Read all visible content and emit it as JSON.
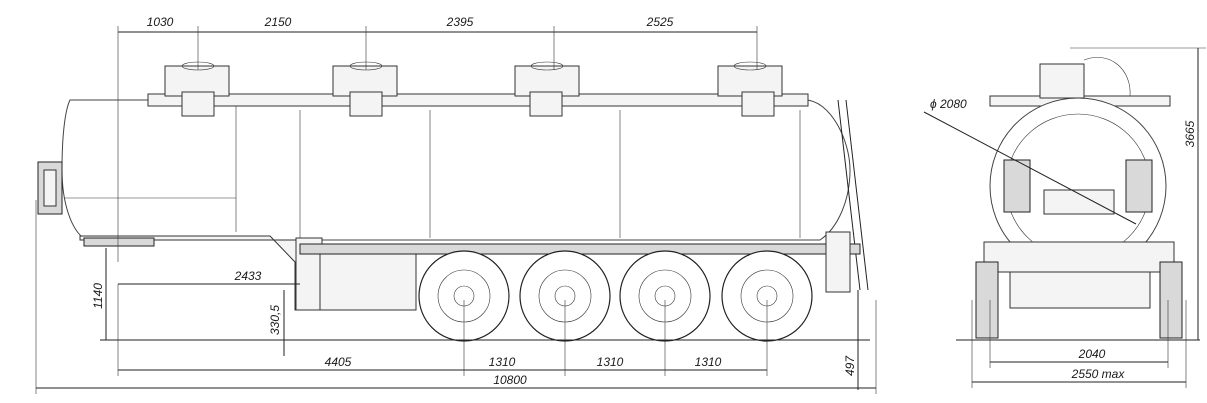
{
  "drawing": {
    "side_view": {
      "top_dims": [
        "1030",
        "2150",
        "2395",
        "2525"
      ],
      "bottom_dims": [
        "4405",
        "1310",
        "1310",
        "1310"
      ],
      "overall_length": "10800",
      "fifth_wheel_to_axle": "2433",
      "left_height": "1140",
      "step_height": "330,5",
      "right_height": "497"
    },
    "rear_view": {
      "diameter": "ϕ 2080",
      "height": "3665",
      "track": "2040",
      "width": "2550 max"
    }
  }
}
